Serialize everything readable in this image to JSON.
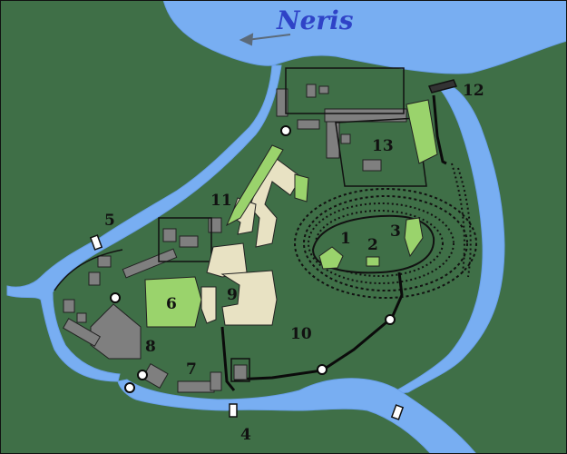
{
  "map": {
    "river_name": "Neris",
    "labels": [
      "1",
      "2",
      "3",
      "4",
      "5",
      "6",
      "7",
      "8",
      "9",
      "10",
      "11",
      "12",
      "13"
    ],
    "colors": {
      "land": "#3f6f47",
      "water": "#78aef2",
      "building_gray": "#7f7f7f",
      "building_beige": "#e8e2c3",
      "building_green": "#9ad36c",
      "wall": "#0b0b0b",
      "text": "#111111",
      "river_text": "#2f43c7"
    },
    "icons": [
      "arrow-left-icon",
      "tower-icon",
      "gate-icon"
    ]
  }
}
